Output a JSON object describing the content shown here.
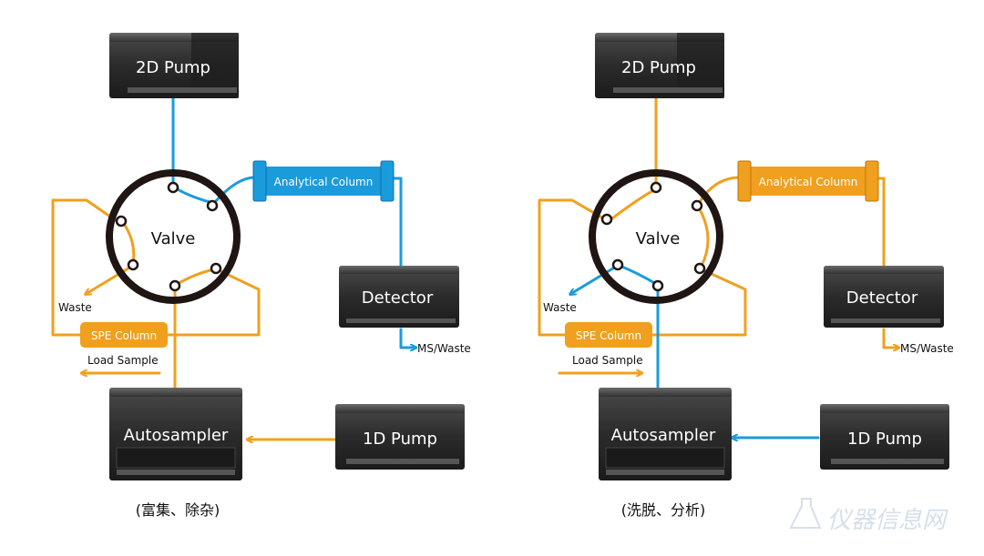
{
  "colors": {
    "blue": "#1a9bdc",
    "orange": "#f0a01e",
    "device": "#2a2a2a",
    "ring": "#1f1512"
  },
  "left_panel": {
    "pump_2d": "2D Pump",
    "analytical_column": "Analytical Column",
    "valve": "Valve",
    "detector": "Detector",
    "waste": "Waste",
    "spe_column": "SPE Column",
    "ms_waste": "MS/Waste",
    "load_sample": "Load Sample",
    "autosampler": "Autosampler",
    "pump_1d": "1D Pump",
    "caption": "(富集、除杂)"
  },
  "right_panel": {
    "pump_2d": "2D Pump",
    "analytical_column": "Analytical Column",
    "valve": "Valve",
    "detector": "Detector",
    "waste": "Waste",
    "spe_column": "SPE Column",
    "ms_waste": "MS/Waste",
    "load_sample": "Load Sample",
    "autosampler": "Autosampler",
    "pump_1d": "1D Pump",
    "caption": "(洗脱、分析)"
  },
  "watermark": {
    "icon": "flask-logo-icon",
    "text": "仪器信息网"
  }
}
